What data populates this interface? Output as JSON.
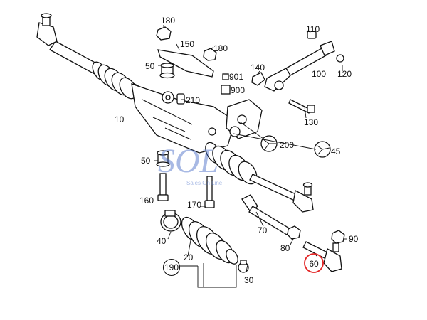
{
  "labels": {
    "l10": "10",
    "l20": "20",
    "l30": "30",
    "l40": "40",
    "l45": "45",
    "l50a": "50",
    "l50b": "50",
    "l60": "60",
    "l70": "70",
    "l80": "80",
    "l90": "90",
    "l100": "100",
    "l110": "110",
    "l120": "120",
    "l130": "130",
    "l140": "140",
    "l150": "150",
    "l160": "160",
    "l170": "170",
    "l180a": "180",
    "l180b": "180",
    "l190": "190",
    "l200": "200",
    "l210": "210",
    "l900": "900",
    "l901": "901"
  },
  "watermark": {
    "logo": "SOL",
    "tagline": "Sales On Line"
  },
  "highlight": {
    "part": "60",
    "color": "#e32424"
  },
  "colors": {
    "line": "#111111",
    "watermark": "#3f66c4"
  }
}
